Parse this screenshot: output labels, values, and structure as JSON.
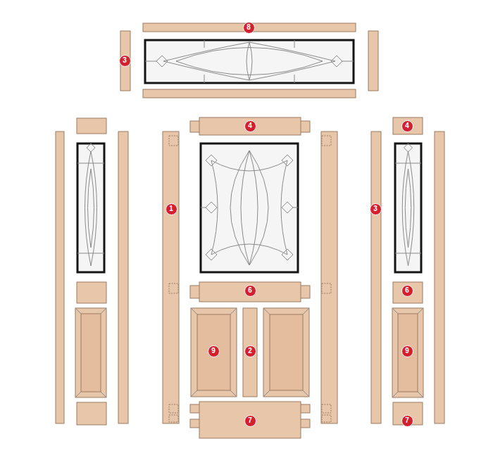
{
  "diagram": {
    "labels": [
      "8",
      "3",
      "4",
      "4",
      "1",
      "3",
      "6",
      "6",
      "9",
      "2",
      "9",
      "7",
      "7"
    ]
  }
}
